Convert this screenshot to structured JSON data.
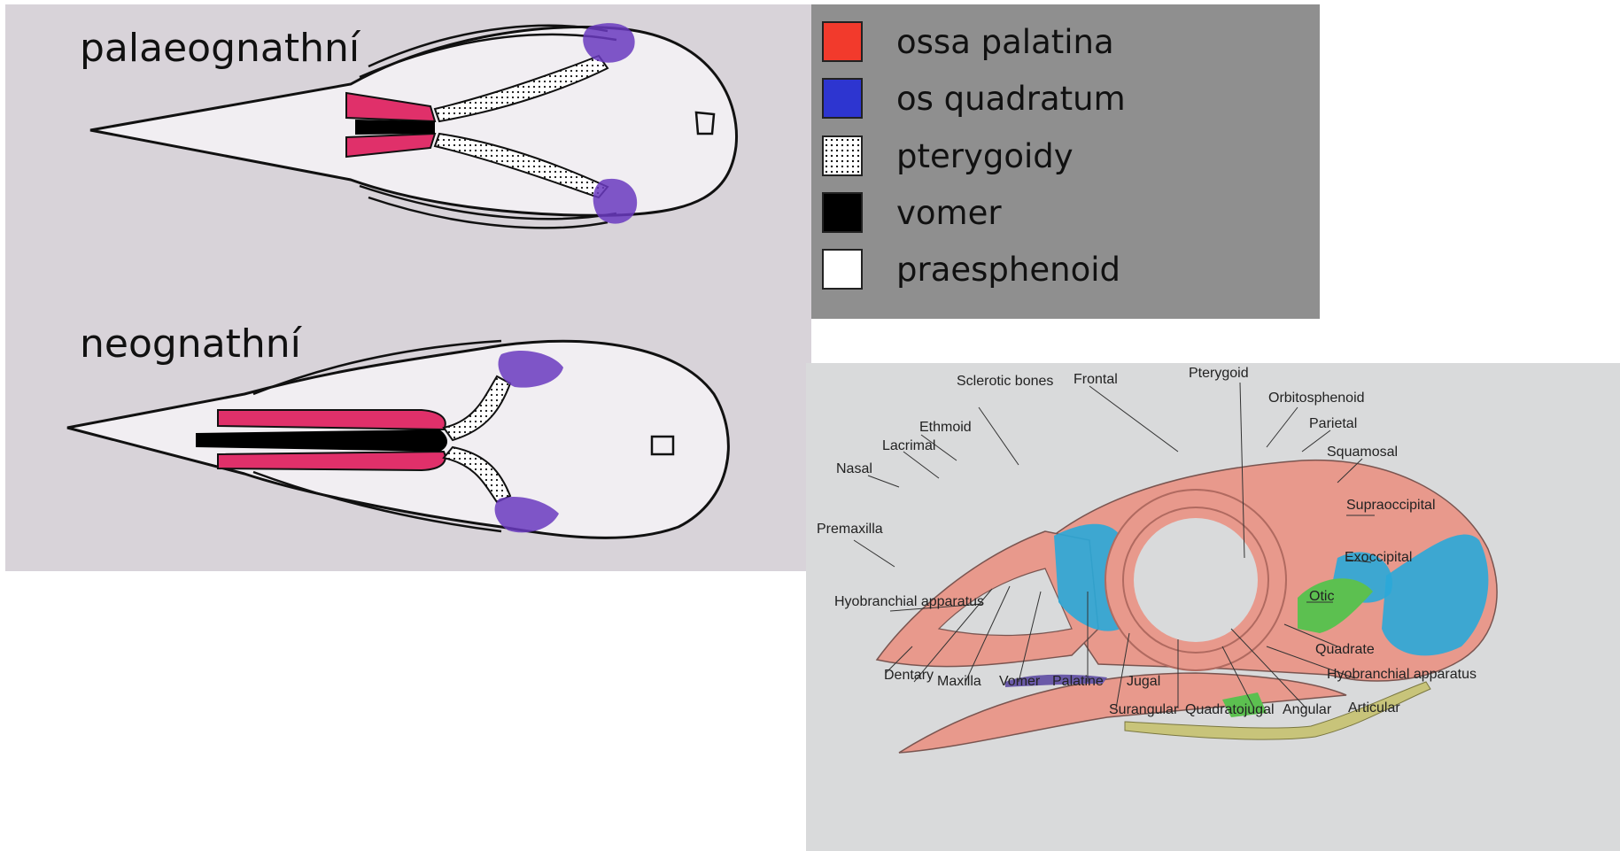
{
  "skulls": {
    "palaeo_title": "palaeognathní",
    "neo_title": "neognathní"
  },
  "legend": {
    "items": [
      {
        "label": "ossa palatina",
        "color": "#f23a2c",
        "pattern": "solid"
      },
      {
        "label": "os quadratum",
        "color": "#2d35d0",
        "pattern": "solid"
      },
      {
        "label": "pterygoidy",
        "color": "#ffffff",
        "pattern": "dots"
      },
      {
        "label": "vomer",
        "color": "#000000",
        "pattern": "solid"
      },
      {
        "label": "praesphenoid",
        "color": "#ffffff",
        "pattern": "solid"
      }
    ]
  },
  "anatomy": {
    "labels": {
      "sclerotic_bones": "Sclerotic bones",
      "frontal": "Frontal",
      "pterygoid": "Pterygoid",
      "orbitosphenoid": "Orbitosphenoid",
      "ethmoid": "Ethmoid",
      "parietal": "Parietal",
      "lacrimal": "Lacrimal",
      "squamosal": "Squamosal",
      "nasal": "Nasal",
      "supraoccipital": "Supraoccipital",
      "premaxilla": "Premaxilla",
      "exoccipital": "Exoccipital",
      "otic": "Otic",
      "hyobranchial_left": "Hyobranchial apparatus",
      "quadrate": "Quadrate",
      "hyobranchial_right": "Hyobranchial apparatus",
      "dentary": "Dentary",
      "maxilla": "Maxilla",
      "vomer": "Vomer",
      "palatine": "Palatine",
      "jugal": "Jugal",
      "surangular": "Surangular",
      "quadratojugal": "Quadratojugal",
      "angular": "Angular",
      "articular": "Articular"
    }
  },
  "colors": {
    "bone_pink": "#e8998c",
    "cartilage_blue": "#2aa8d8",
    "quadrate_green": "#5cc050",
    "hyoid_olive": "#c8c47a",
    "hyoid_purple": "#6a5aa8",
    "palatine_magenta": "#e0306a",
    "quadrate_violet": "#6a3ac0"
  }
}
